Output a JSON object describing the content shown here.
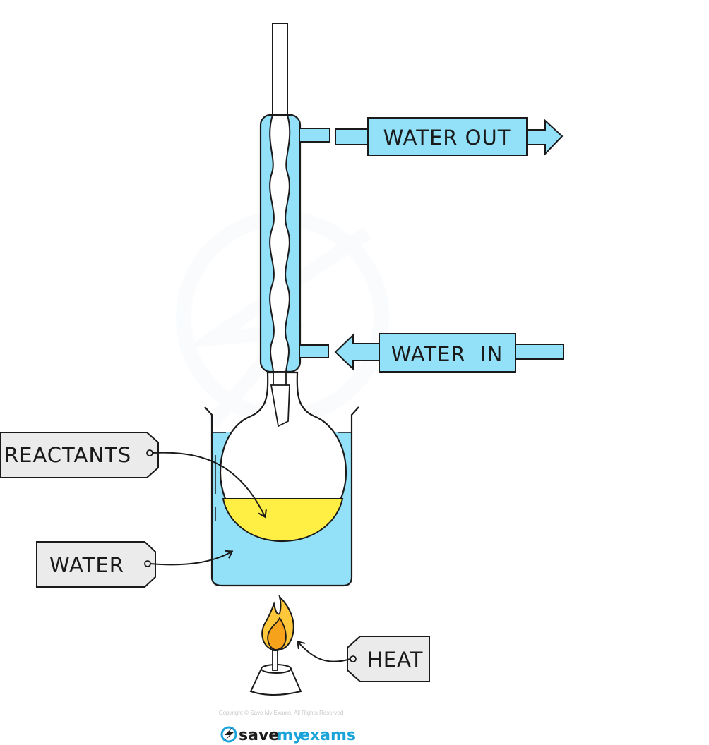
{
  "diagram": {
    "title": "Reflux apparatus",
    "labels": {
      "water_out": "WATER OUT",
      "water_in": "WATER  IN",
      "reactants": "REACTANTS",
      "water": "WATER",
      "heat": "HEAT"
    },
    "footer": {
      "copyright": "Copyright © Save My Exams. All Rights Reserved",
      "logo_save": "save",
      "logo_my": "my",
      "logo_exams": "exams"
    },
    "colors": {
      "water": "#93e0f9",
      "reactants": "#ffee44",
      "tag_fill": "#ebebeb",
      "flame_outer": "#ffc83a",
      "flame_inner": "#f7a21b",
      "outline": "#1a1a1a",
      "brand": "#1aa3d9"
    }
  }
}
